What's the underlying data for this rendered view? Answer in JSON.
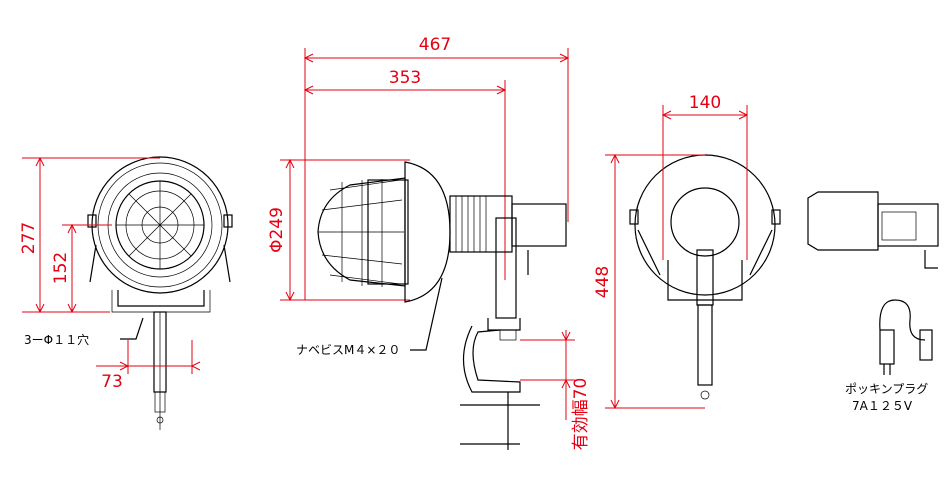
{
  "dimensions": {
    "overall_length": "467",
    "body_length": "353",
    "diameter": "Φ249",
    "height_total": "277",
    "height_mount": "152",
    "hole_pitch": "73",
    "guard_width": "140",
    "side_height": "448",
    "clamp_range": "有効幅70"
  },
  "labels": {
    "mount_holes": "3ーΦ１１穴",
    "screw": "ナベビスM４×２０",
    "plug_name": "ポッキンプラグ",
    "plug_rating": "7A１２５V"
  },
  "colors": {
    "dimension": "#e60012",
    "line": "#000000"
  }
}
